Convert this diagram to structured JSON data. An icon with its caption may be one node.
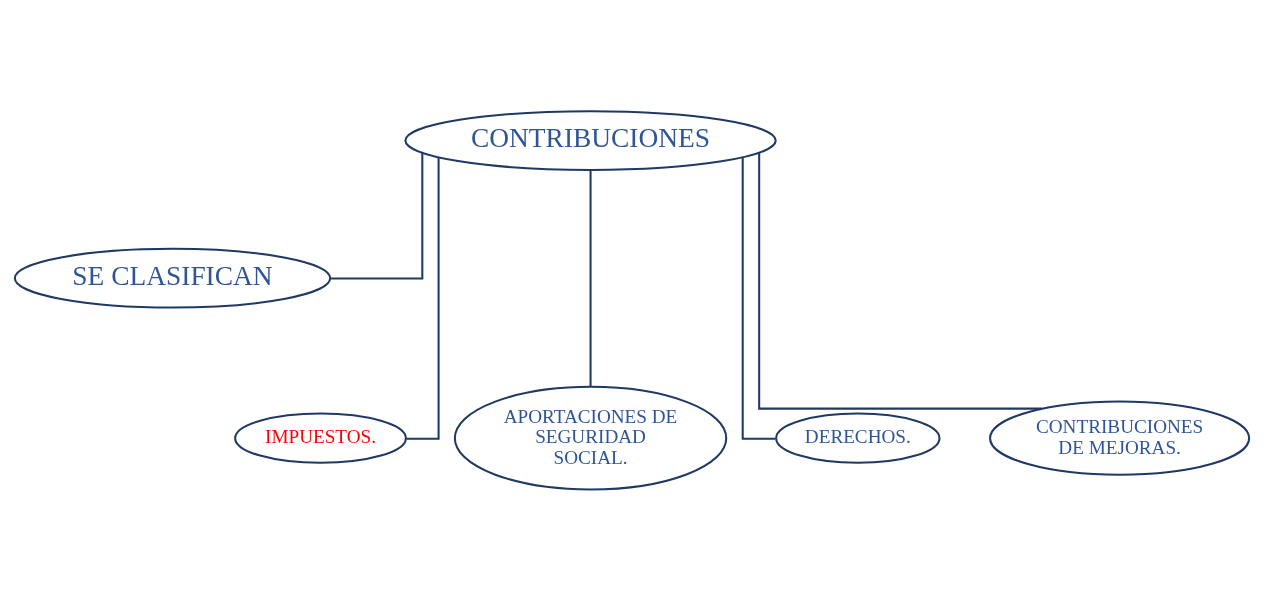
{
  "diagram": {
    "nodes": [
      {
        "text": [
          "CONTRIBUCIONES"
        ]
      },
      {
        "text": [
          "SE CLASIFICAN"
        ]
      },
      {
        "text": [
          "IMPUESTOS."
        ]
      },
      {
        "text": [
          "APORTACIONES DE SEGURIDAD SOCIAL."
        ]
      },
      {
        "text": [
          "DERECHOS."
        ]
      },
      {
        "text": [
          "CONTRIBUCIONES DE MEJORAS."
        ]
      }
    ],
    "edges": [
      {
        "from": 0,
        "to": 1,
        "arrow": "none"
      },
      {
        "from": 0,
        "to": 2,
        "arrow": "none"
      },
      {
        "from": 0,
        "to": 3,
        "arrow": "none"
      },
      {
        "from": 0,
        "to": 4,
        "arrow": "none"
      },
      {
        "from": 0,
        "to": 5,
        "arrow": "none"
      }
    ]
  }
}
